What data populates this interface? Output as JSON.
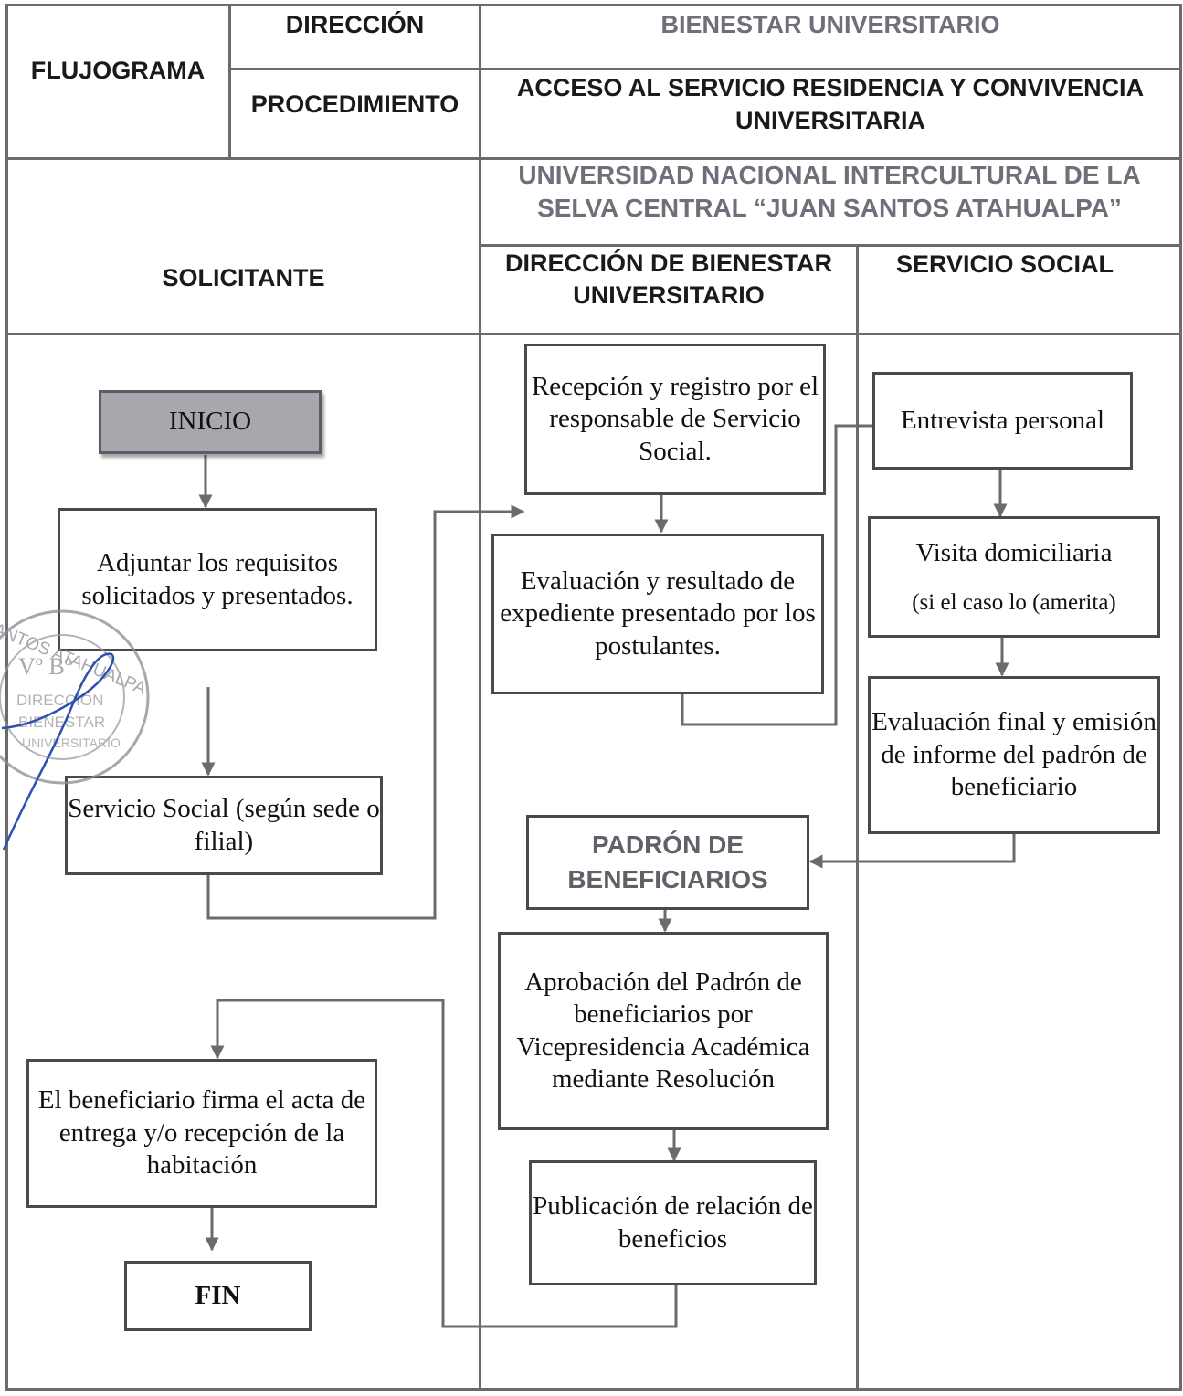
{
  "header": {
    "flujograma": "FLUJOGRAMA",
    "direccion_label": "DIRECCIÓN",
    "direccion_value": "BIENESTAR UNIVERSITARIO",
    "procedimiento_label": "PROCEDIMIENTO",
    "procedimiento_value": "ACCESO AL SERVICIO RESIDENCIA Y CONVIVENCIA UNIVERSITARIA",
    "universidad": "UNIVERSIDAD NACIONAL INTERCULTURAL DE LA SELVA CENTRAL “JUAN SANTOS ATAHUALPA”"
  },
  "lanes": {
    "solicitante": "SOLICITANTE",
    "direccion_bienestar": "DIRECCIÓN DE BIENESTAR UNIVERSITARIO",
    "servicio_social": "SERVICIO SOCIAL"
  },
  "nodes": {
    "inicio": "INICIO",
    "adjuntar": "Adjuntar los requisitos solicitados y presentados.",
    "servicio_social_sede": "Servicio Social (según sede o filial)",
    "recepcion": "Recepción y registro por el responsable de Servicio Social.",
    "evaluacion_expediente": "Evaluación y resultado de expediente presentado por los postulantes.",
    "entrevista": "Entrevista personal",
    "visita": "Visita domiciliaria",
    "visita_note": "(si el caso lo (amerita)",
    "evaluacion_final": "Evaluación final y emisión de informe del padrón de beneficiario",
    "padron": "PADRÓN DE BENEFICIARIOS",
    "aprobacion": "Aprobación del Padrón de beneficiarios por Vicepresidencia Académica mediante Resolución",
    "publicacion": "Publicación de relación de beneficios",
    "firma": "El beneficiario firma el acta de entrega y/o recepción de la habitación",
    "fin": "FIN"
  },
  "stamp": {
    "ring_text": "SANTOS ATAHUALPA",
    "vb": "Vº Bº",
    "lines": [
      "DIRECCIÓN",
      "BIENESTAR",
      "UNIVERSITARIO"
    ]
  },
  "colors": {
    "grid_line": "#6b6b6b",
    "box_border": "#4a4a4a",
    "inicio_fill": "#a7a8ad",
    "muted_text": "#6f6f7a",
    "stamp_blue": "#2d4fb0"
  }
}
